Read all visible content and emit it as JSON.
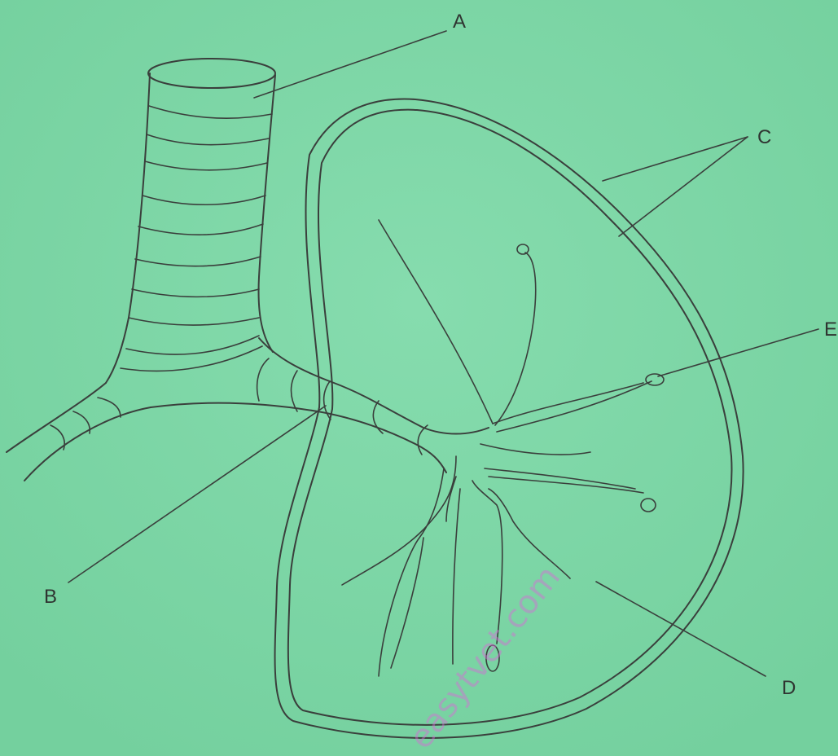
{
  "diagram": {
    "labels": {
      "A": "A",
      "B": "B",
      "C": "C",
      "D": "D",
      "E": "E"
    },
    "watermark": "easytvet.com",
    "colors": {
      "background": "#7fd8a8",
      "ink": "#3a3f3c",
      "watermark": "#d66ad6"
    }
  }
}
